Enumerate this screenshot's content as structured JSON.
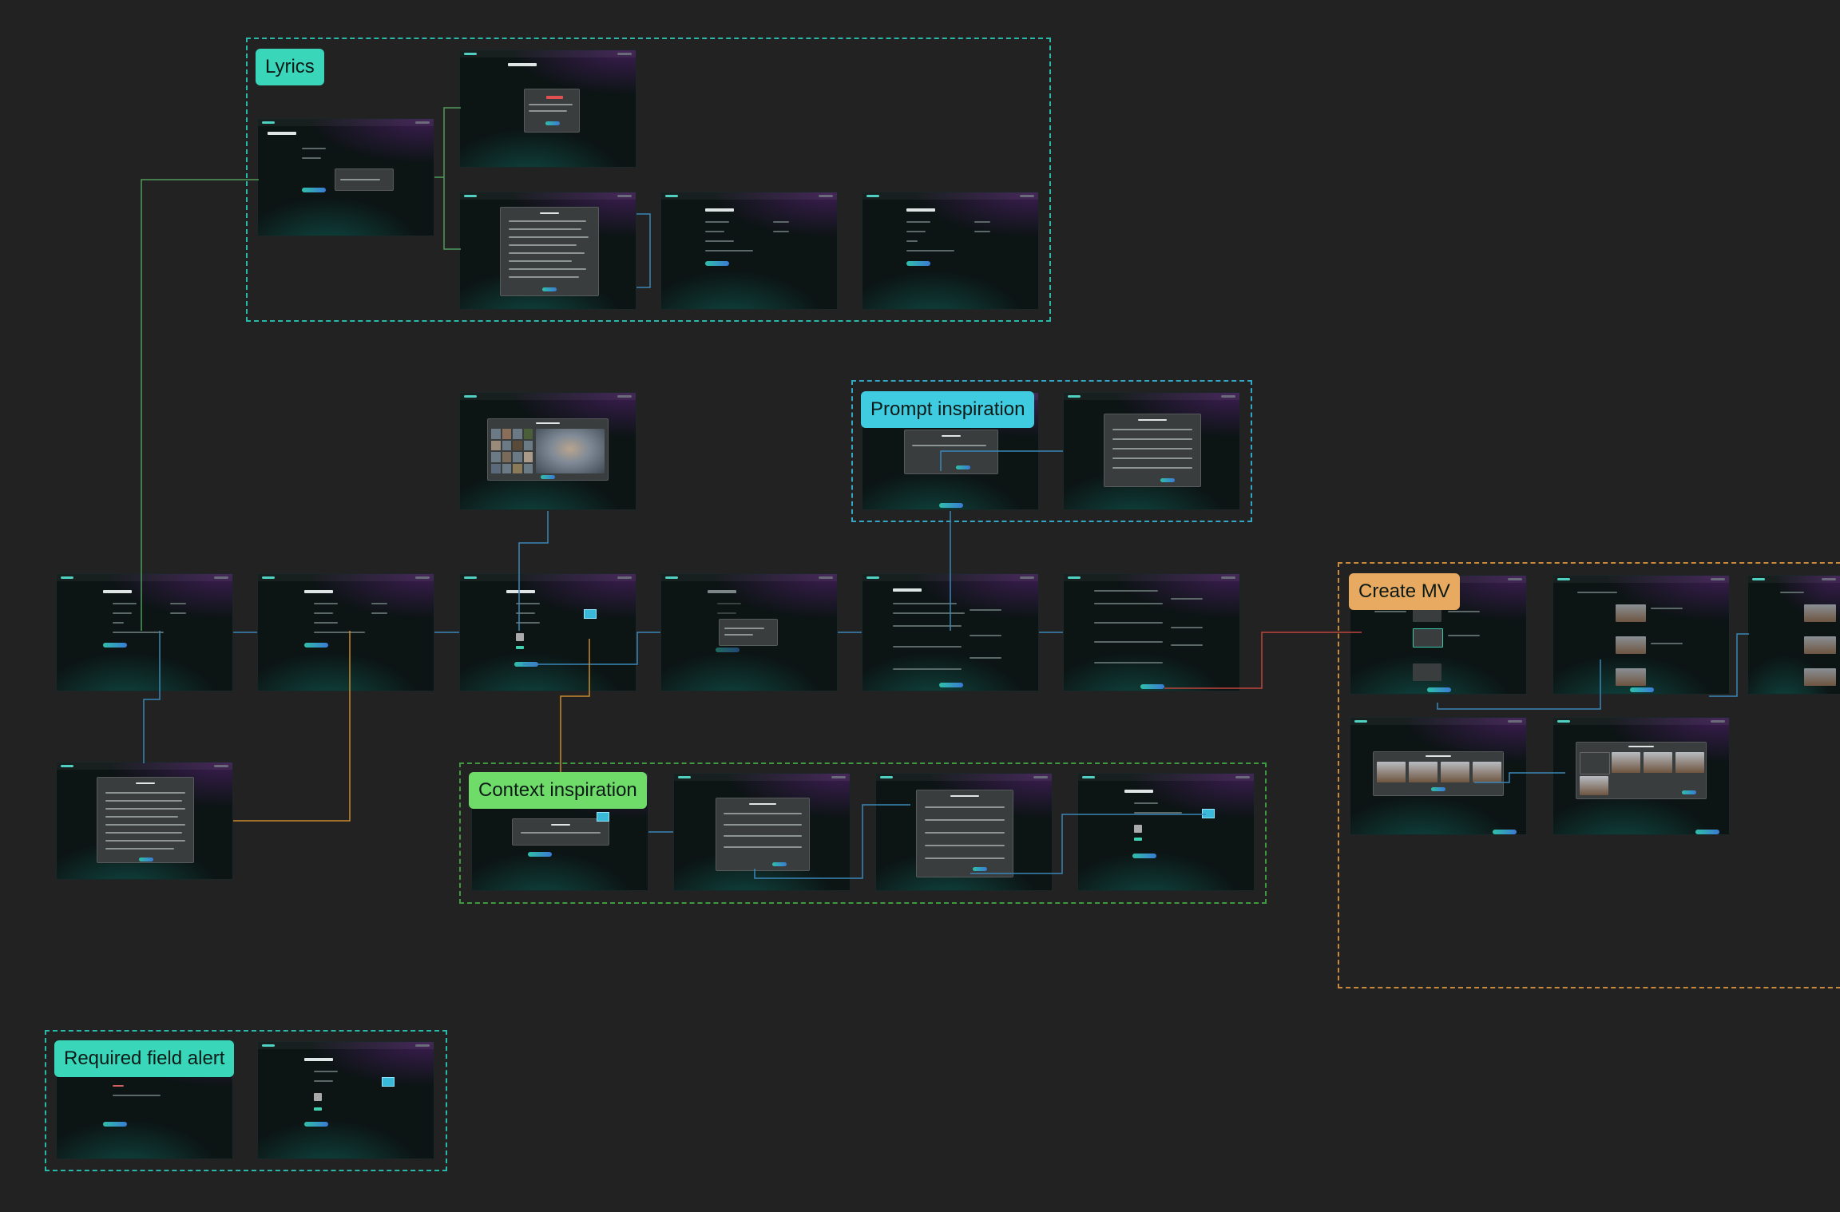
{
  "groups": [
    {
      "id": "lyrics",
      "label": "Lyrics",
      "color": "#2bb8a8"
    },
    {
      "id": "prompt",
      "label": "Prompt inspiration",
      "color": "#35a6c4"
    },
    {
      "id": "context",
      "label": "Context inspiration",
      "color": "#3f9a3f"
    },
    {
      "id": "create-mv",
      "label": "Create MV",
      "color": "#c98a3c"
    },
    {
      "id": "required",
      "label": "Required field alert",
      "color": "#2bb8a8"
    }
  ],
  "colors": {
    "canvas_background": "#222222",
    "connector_lyrics": "#4f9a5a",
    "connector_main": "#3b86b8",
    "connector_context": "#c98a2c",
    "connector_mv": "#c0443c",
    "accent_gradient": [
      "#2fbfa8",
      "#3a7ad6"
    ]
  }
}
